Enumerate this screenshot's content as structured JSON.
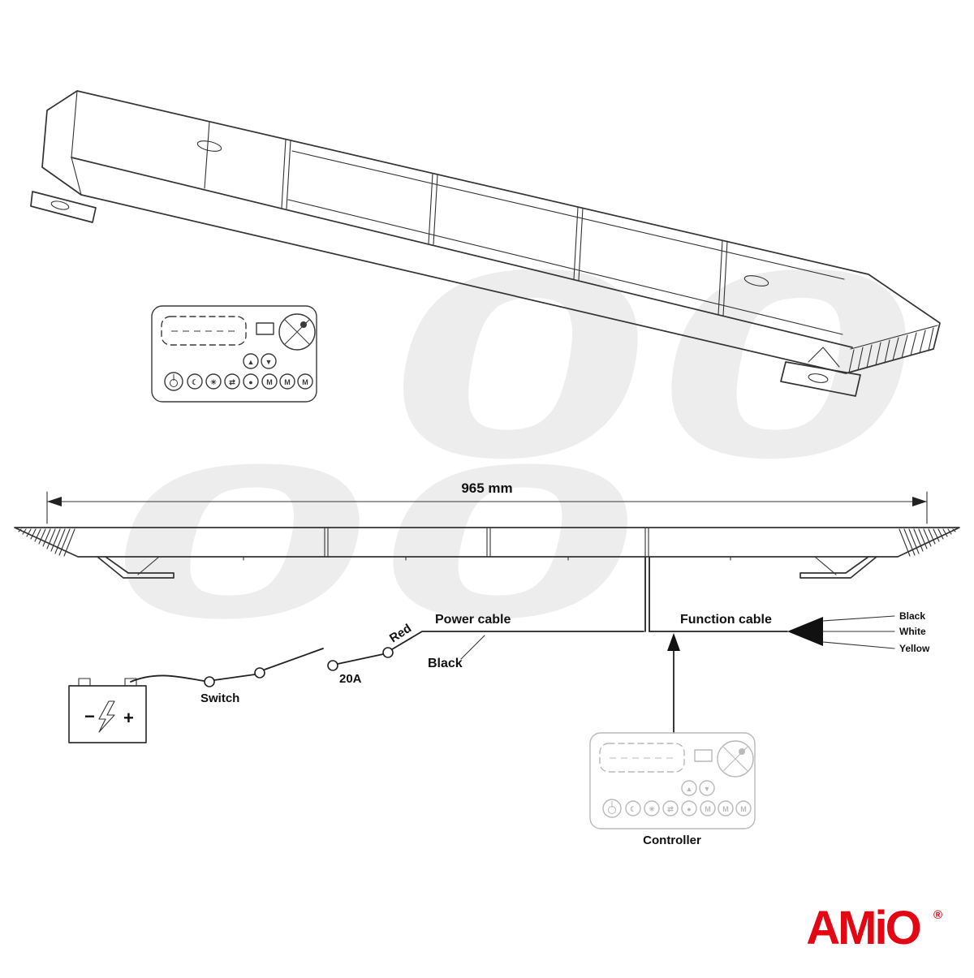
{
  "watermark": {
    "text": "00"
  },
  "dimension": {
    "label": "965 mm"
  },
  "wiring": {
    "power_cable_label": "Power cable",
    "function_cable_label": "Function cable",
    "red_wire_label": "Red",
    "black_wire_label": "Black",
    "fuse_label": "20A",
    "switch_label": "Switch",
    "controller_label": "Controller",
    "output_wire_labels": [
      "Black",
      "White",
      "Yellow"
    ],
    "battery": {
      "minus": "−",
      "plus": "+"
    }
  },
  "controller_remote": {
    "up_glyph": "▲",
    "down_glyph": "▼",
    "buttons": [
      "☾",
      "☀",
      "⇄",
      "●",
      "M",
      "M",
      "M"
    ]
  },
  "brand": {
    "name": "AMiO",
    "registered": "®",
    "color": "#e30613"
  },
  "colors": {
    "line": "#333333",
    "watermark": "#ededed",
    "muted_controller": "#b9b9b9"
  }
}
